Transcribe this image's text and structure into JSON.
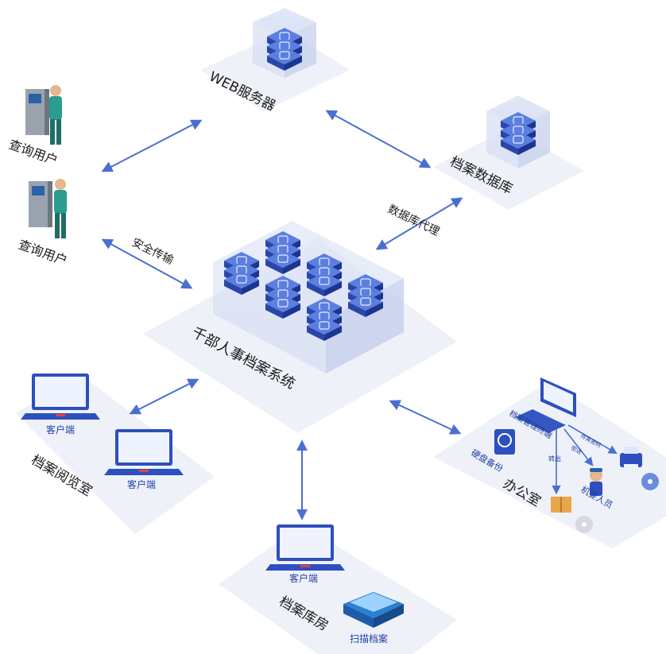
{
  "nodes": {
    "web_server": "WEB服务器",
    "database": "档案数据库",
    "query_user_1": "查询用户",
    "query_user_2": "查询用户",
    "core_system": "千部人事档案系统",
    "reading_room": "档案阅览室",
    "reading_client_1": "客户端",
    "reading_client_2": "客户端",
    "archive_room": "档案库房",
    "archive_client": "客户端",
    "scan": "扫描档案",
    "office": "办公室",
    "office_terminal": "档案管理终端",
    "disk_backup": "硬盘备份",
    "secret_staff": "机要人员",
    "transmit_encrypted": "传真密码",
    "transfer_out": "转出",
    "confidential": "密送"
  },
  "edges": {
    "secure_transfer": "安全传输",
    "db_proxy": "数据库代理"
  },
  "colors": {
    "accent": "#2d4fbf",
    "server_blue": "#3557c4",
    "platform": "#eef1f7",
    "arrow": "#4a6fd0"
  }
}
